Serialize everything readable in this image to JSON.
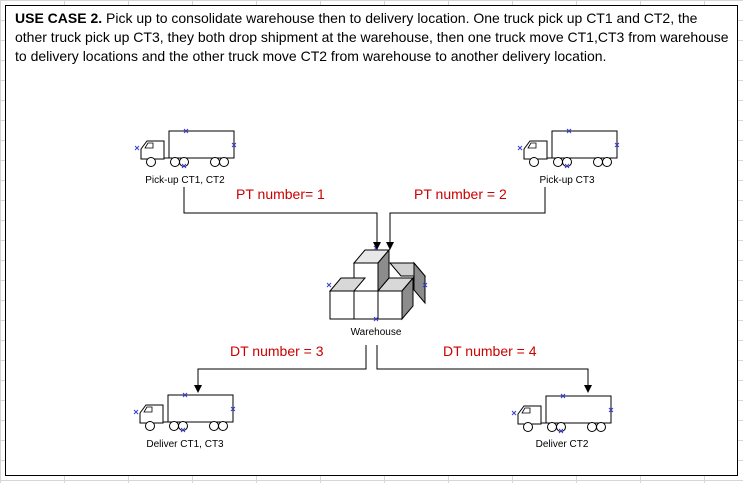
{
  "description": {
    "lead": "USE CASE 2.",
    "text": "Pick up to consolidate warehouse then to delivery location. One truck pick up CT1 and CT2, the other truck pick up CT3, they both drop shipment at the warehouse, then one truck move CT1,CT3 from warehouse to delivery locations and the other truck move CT2 from warehouse to another delivery location."
  },
  "nodes": {
    "pickup_1": "Pick-up CT1, CT2",
    "pickup_2": "Pick-up CT3",
    "warehouse": "Warehouse",
    "deliver_1": "Deliver CT1, CT3",
    "deliver_2": "Deliver CT2"
  },
  "edges": {
    "pt_1": "PT number= 1",
    "pt_2": "PT number = 2",
    "dt_3": "DT number = 3",
    "dt_4": "DT number = 4"
  },
  "colors": {
    "edge_label": "#cc0000",
    "connector_mark": "#3b3bd6"
  }
}
